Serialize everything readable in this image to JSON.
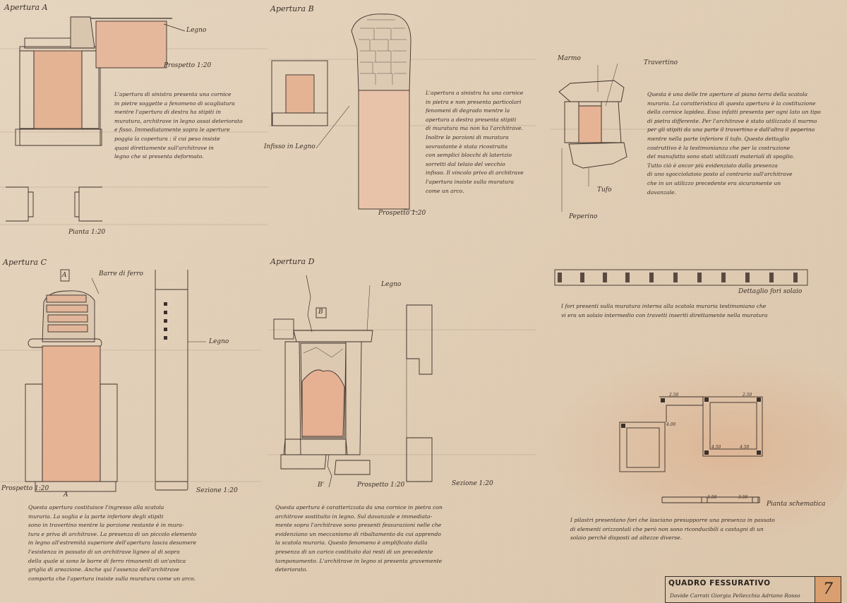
{
  "sections": {
    "a": {
      "title": "Apertura A",
      "legno": "Legno",
      "prospetto": "Prospetto 1:20",
      "pianta": "Pianta 1:20",
      "text": [
        "L'apertura di sinistra presenta una cornice",
        "in pietre soggette a fenomeno di scagliatura",
        "mentre l'apertura di destra ha stipiti in",
        "muratura, architrave in legno assai deteriorato",
        "e fisso. Immediatamente sopra le aperture",
        "poggia la copertura : il cui peso insiste",
        "quasi direttamente sull'architrave in",
        "legno che si presenta deformato."
      ]
    },
    "b": {
      "title": "Apertura B",
      "infisso": "Infisso in Legno",
      "prospetto": "Prospetto 1:20",
      "text": [
        "L'apertura a sinistra ha una cornice",
        "in pietra e non presenta particolari",
        "fenomeni di degrado mentre la",
        "apertura a destra presenta stipiti",
        "di muratura ma non ha l'architrave.",
        "Inoltre le porzioni di muratura",
        "sovrastante è stata ricostruita",
        "con semplici blocchi di laterizio",
        "sorretti dal telaio del vecchio",
        "infisso. Il vincolo privo di architrave",
        "l'apertura insiste sulla muratura",
        "come un arco."
      ]
    },
    "marmo": {
      "marmo": "Marmo",
      "travertino": "Travertino",
      "tufo": "Tufo",
      "peperino": "Peperino",
      "text": [
        "Questa è una delle tre aperture al piano terra della scatola",
        "muraria. La caratteristica di questa apertura è la costituzione",
        "della cornice lapidea. Essa infatti presenta per ogni lato un tipo",
        "di pietra differente. Per l'architrave è stato utilizzato il marmo",
        "per gli stipiti da una parte il travertino e dall'altra il peperino",
        "mentre nella parte inferiore il tufo. Questo dettaglio",
        "costruttivo è la testimonianza che per la costruzione",
        "del manufatto sono stati utilizzati materiali di spoglio.",
        "Tutto ciò è ancor più evidenziato dalla presenza",
        "di uno sgocciolatoio posto al contrario sull'architrave",
        "che in un utilizzo precedente era sicuramente un",
        "davanzale."
      ]
    },
    "fori": {
      "label": "Dettaglio fori solaio",
      "text": [
        "I fori presenti sulla muratura interna alla scatola muraria testimoniano che",
        "vi era un solaio intermedio con travetti inseriti direttamente nella muratura"
      ]
    },
    "c": {
      "title": "Apertura C",
      "barre": "Barre di ferro",
      "legno": "Legno",
      "prospetto": "Prospetto 1:20",
      "sezione": "Sezione 1:20",
      "mark_a_top": "A",
      "mark_a_bottom": "A",
      "text": [
        "Questa apertura costituisce l'ingresso alla scatola",
        "muraria. La soglia e la parte inferiore degli stipiti",
        "sono in travertino mentre la porzione restante è in mura-",
        "tura e priva di architrave. La presenza di un piccolo elemento",
        "in legno all'estremità superiore dell'apertura lascia desumere",
        "l'esistenza in passato di un architrave ligneo al di sopra",
        "della quale si sono le barre di ferro rimanenti di un'antica",
        "griglia di areazione. Anche qui l'assenza dell'architrave",
        "comporta che l'apertura insiste sulla muratura come un arco."
      ]
    },
    "d": {
      "title": "Apertura D",
      "legno": "Legno",
      "prospetto": "Prospetto 1:20",
      "sezione": "Sezione 1:20",
      "mark_b_top": "B",
      "mark_b_bottom": "B'",
      "text": [
        "Questa apertura è caratterizzata da una cornice in pietra con",
        "architrave sostituito in legno. Sul davanzale e immediata-",
        "mente sopra l'architrave sono presenti fessurazioni nelle che",
        "evidenziano un meccanismo di ribaltamento da cui apprendo",
        "la scatola muraria. Questo fenomeno è amplificato dalla",
        "presenza di un carico costituito dai resti di un precedente",
        "tamponamento. L'architrave in legno si presenta gravemente",
        "deteriorato."
      ]
    },
    "pianta": {
      "label": "Pianta schematica",
      "dims": [
        "2.50",
        "2.50",
        "4.00",
        "4.50",
        "4.50",
        "3.50",
        "3.50"
      ],
      "text": [
        "I pilastri presentano fori che lasciano presupporre una presenza in passato",
        "di elementi orizzontali che però non sono riconducibili a castagni di un",
        "solaio perchè disposti ad altezze diverse."
      ]
    }
  },
  "title_block": {
    "title": "QUADRO FESSURATIVO",
    "number": "7",
    "authors": "Davide Carrati   Giorgia Pellecchia   Adriano Rosso"
  },
  "colors": {
    "paper": "#e4d3bc",
    "salmon": "#e6b395",
    "ink": "#3b302a"
  }
}
